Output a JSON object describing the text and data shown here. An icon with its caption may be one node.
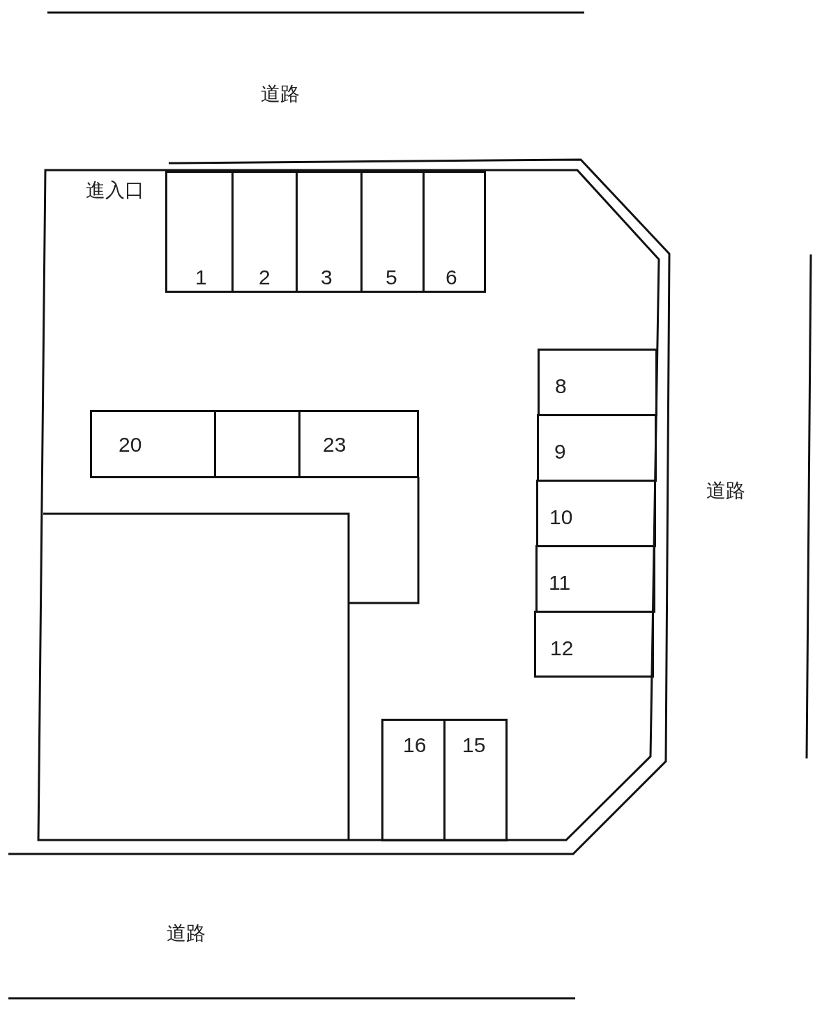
{
  "diagram": {
    "nodes": [
      {
        "text": [
          "1"
        ]
      },
      {
        "text": [
          "2"
        ]
      },
      {
        "text": [
          "3"
        ]
      },
      {
        "text": [
          "5"
        ]
      },
      {
        "text": [
          "6"
        ]
      },
      {
        "text": [
          "8"
        ]
      },
      {
        "text": [
          "20"
        ]
      },
      {
        "text": [],
        "shape": "box"
      },
      {
        "text": [
          "23"
        ]
      },
      {
        "text": [
          "9"
        ]
      },
      {
        "text": [
          "10"
        ]
      },
      {
        "text": [
          "11"
        ]
      },
      {
        "text": [
          "12"
        ]
      },
      {
        "text": [
          "16"
        ]
      },
      {
        "text": [
          "15"
        ]
      }
    ],
    "edges": [],
    "labels": [
      "道路",
      "進入口",
      "道路",
      "道路"
    ]
  }
}
